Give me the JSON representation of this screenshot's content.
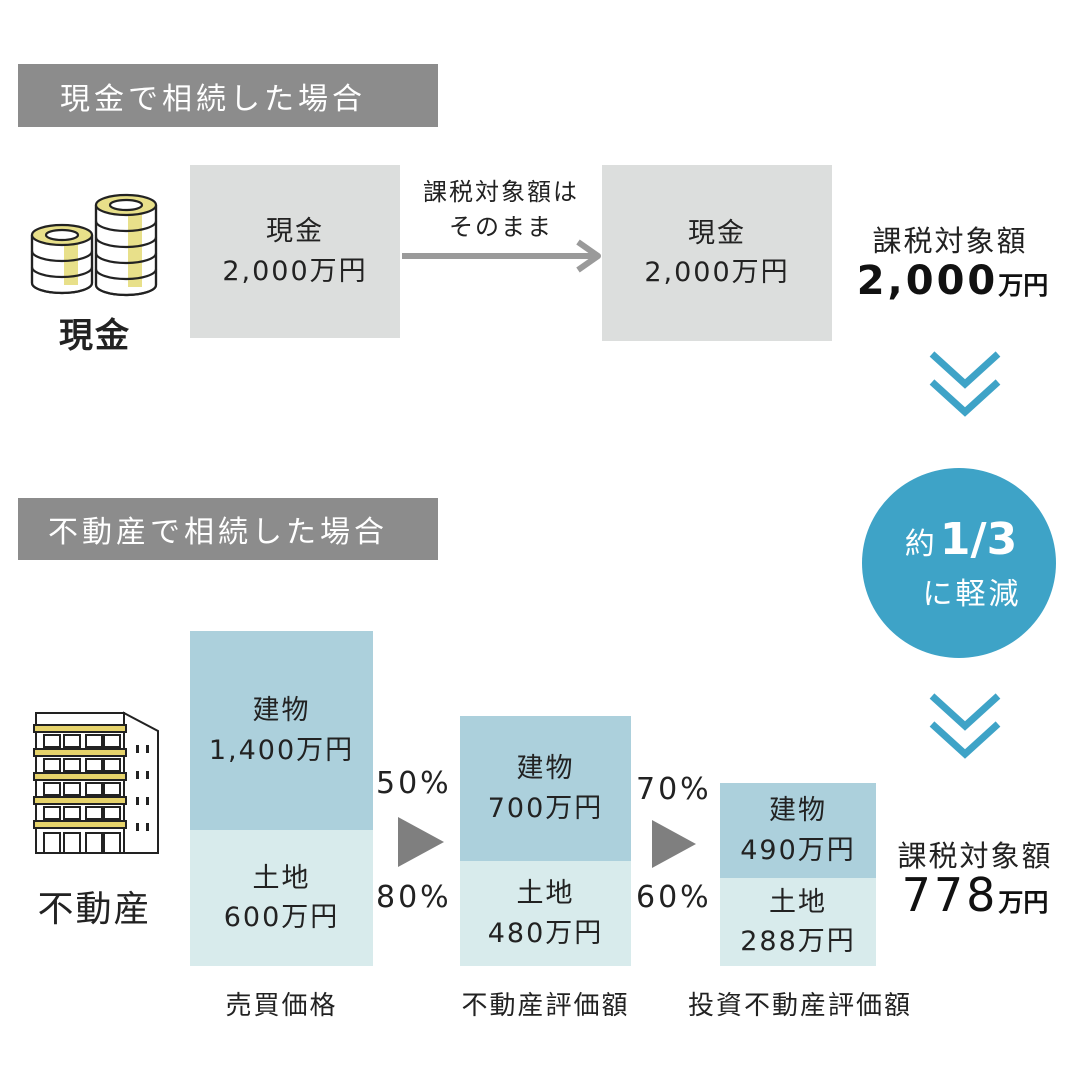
{
  "section_cash": {
    "banner": "現金で相続した場合",
    "icon_label": "現金",
    "box_left": {
      "title": "現金",
      "amount": "2,000万円"
    },
    "arrow_note_line1": "課税対象額は",
    "arrow_note_line2": "そのまま",
    "box_right": {
      "title": "現金",
      "amount": "2,000万円"
    },
    "result_label": "課税対象額",
    "result_value": "2,000",
    "result_unit": "万円"
  },
  "reduction_badge": {
    "prefix": "約",
    "fraction": "1/3",
    "line2": "に軽減"
  },
  "section_realestate": {
    "banner": "不動産で相続した場合",
    "icon_label": "不動産",
    "column1": {
      "building_label": "建物",
      "building_value": "1,400万円",
      "land_label": "土地",
      "land_value": "600万円",
      "caption": "売買価格"
    },
    "step1": {
      "building_pct": "50%",
      "land_pct": "80%"
    },
    "column2": {
      "building_label": "建物",
      "building_value": "700万円",
      "land_label": "土地",
      "land_value": "480万円",
      "caption": "不動産評価額"
    },
    "step2": {
      "building_pct": "70%",
      "land_pct": "60%"
    },
    "column3": {
      "building_label": "建物",
      "building_value": "490万円",
      "land_label": "土地",
      "land_value": "288万円",
      "caption": "投資不動産評価額"
    },
    "result_label": "課税対象額",
    "result_value": "778",
    "result_unit": "万円"
  },
  "colors": {
    "banner": "#8c8c8c",
    "gray_box": "#dcdedd",
    "building": "#acd0dc",
    "land": "#d8ebec",
    "accent_blue": "#3ea3c7",
    "coin_gold": "#e8e08a",
    "building_yellow": "#e6d36b"
  }
}
